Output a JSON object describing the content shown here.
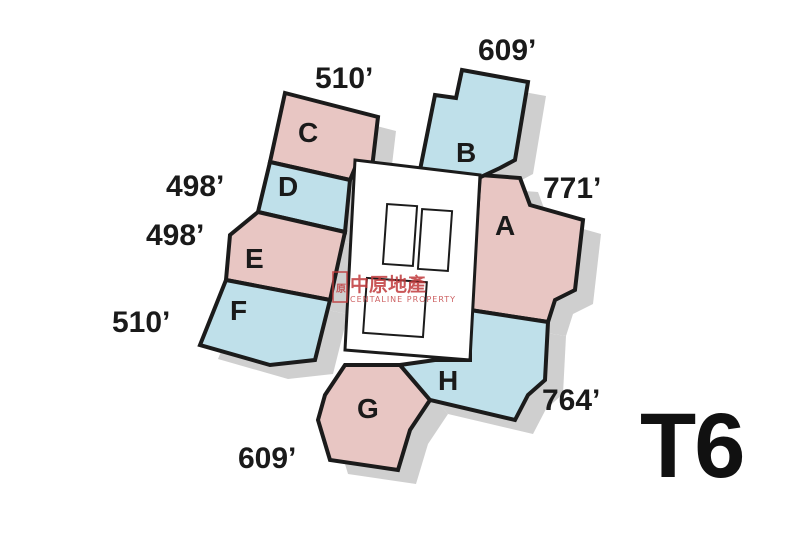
{
  "tower": {
    "label": "T6"
  },
  "colors": {
    "pink": "#e8c6c3",
    "blue": "#bfe0ea",
    "wall": "#1b1b1b",
    "core": "#ffffff",
    "shadow": "#cfcfcf",
    "watermark": "#c0393b"
  },
  "units": [
    {
      "id": "A",
      "letter": "A",
      "area": "771’",
      "color": "pink"
    },
    {
      "id": "B",
      "letter": "B",
      "area": "609’",
      "color": "blue"
    },
    {
      "id": "C",
      "letter": "C",
      "area": "510’",
      "color": "pink"
    },
    {
      "id": "D",
      "letter": "D",
      "area": "498’",
      "color": "blue"
    },
    {
      "id": "E",
      "letter": "E",
      "area": "498’",
      "color": "pink"
    },
    {
      "id": "F",
      "letter": "F",
      "area": "510’",
      "color": "blue"
    },
    {
      "id": "G",
      "letter": "G",
      "area": "609’",
      "color": "pink"
    },
    {
      "id": "H",
      "letter": "H",
      "area": "764’",
      "color": "blue"
    }
  ],
  "watermark": {
    "cn": "中原地產",
    "en": "CENTALINE PROPERTY",
    "logo_icon": "centaline-logo-icon"
  }
}
